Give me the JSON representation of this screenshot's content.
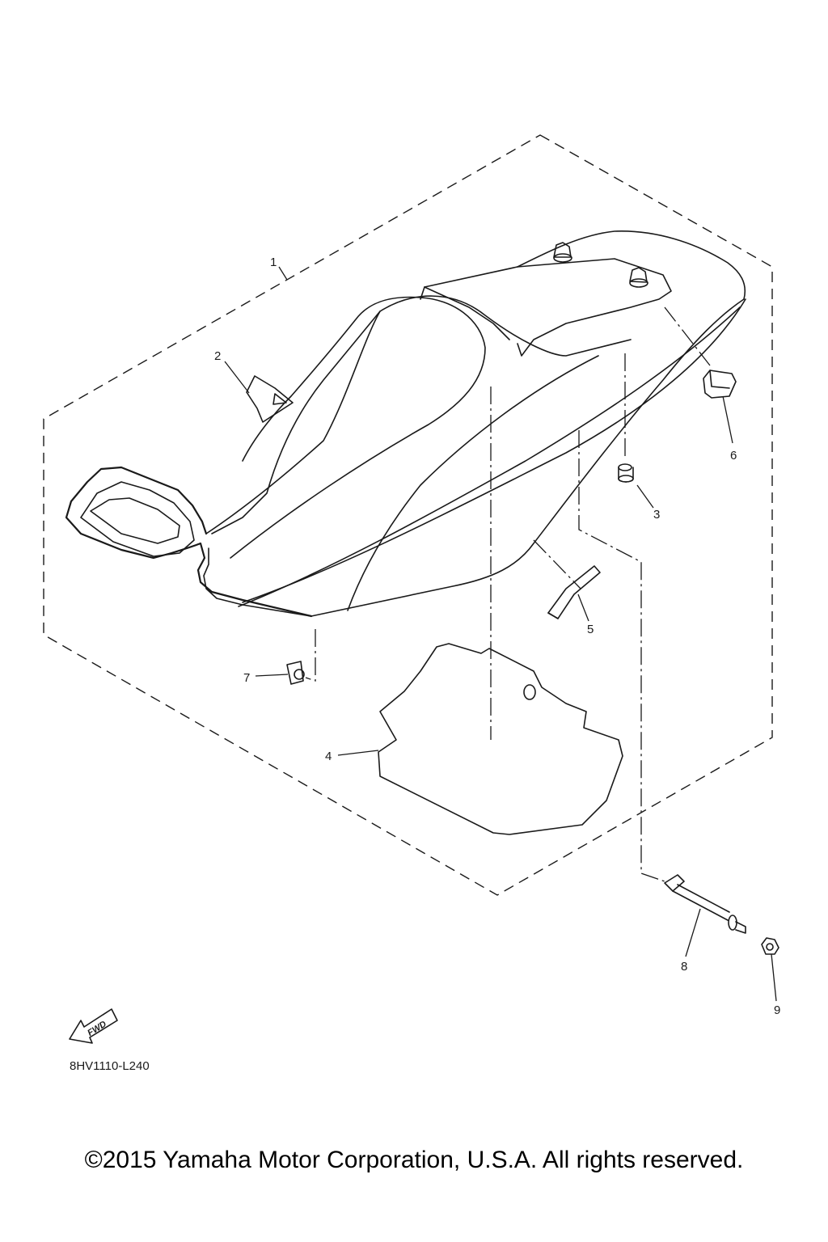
{
  "diagram": {
    "callouts": [
      {
        "id": "1",
        "label": "1"
      },
      {
        "id": "2",
        "label": "2"
      },
      {
        "id": "3",
        "label": "3"
      },
      {
        "id": "4",
        "label": "4"
      },
      {
        "id": "5",
        "label": "5"
      },
      {
        "id": "6",
        "label": "6"
      },
      {
        "id": "7",
        "label": "7"
      },
      {
        "id": "8",
        "label": "8"
      },
      {
        "id": "9",
        "label": "9"
      }
    ],
    "fwd_label": "FWD",
    "part_code": "8HV1110-L240"
  },
  "footer": {
    "copyright": "©2015 Yamaha Motor Corporation, U.S.A. All rights reserved."
  }
}
